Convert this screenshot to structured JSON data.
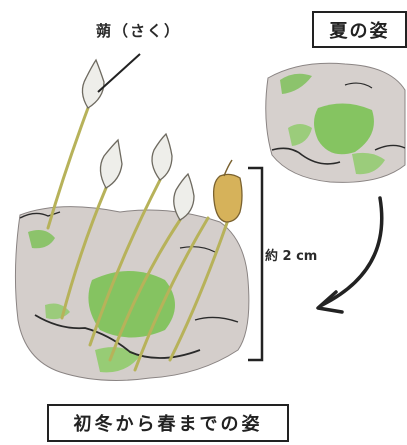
{
  "labels": {
    "capsule": "蒴（さく）",
    "size": "約 2 cm",
    "summer": "夏の姿",
    "winter_spring": "初冬から春までの姿"
  }
}
